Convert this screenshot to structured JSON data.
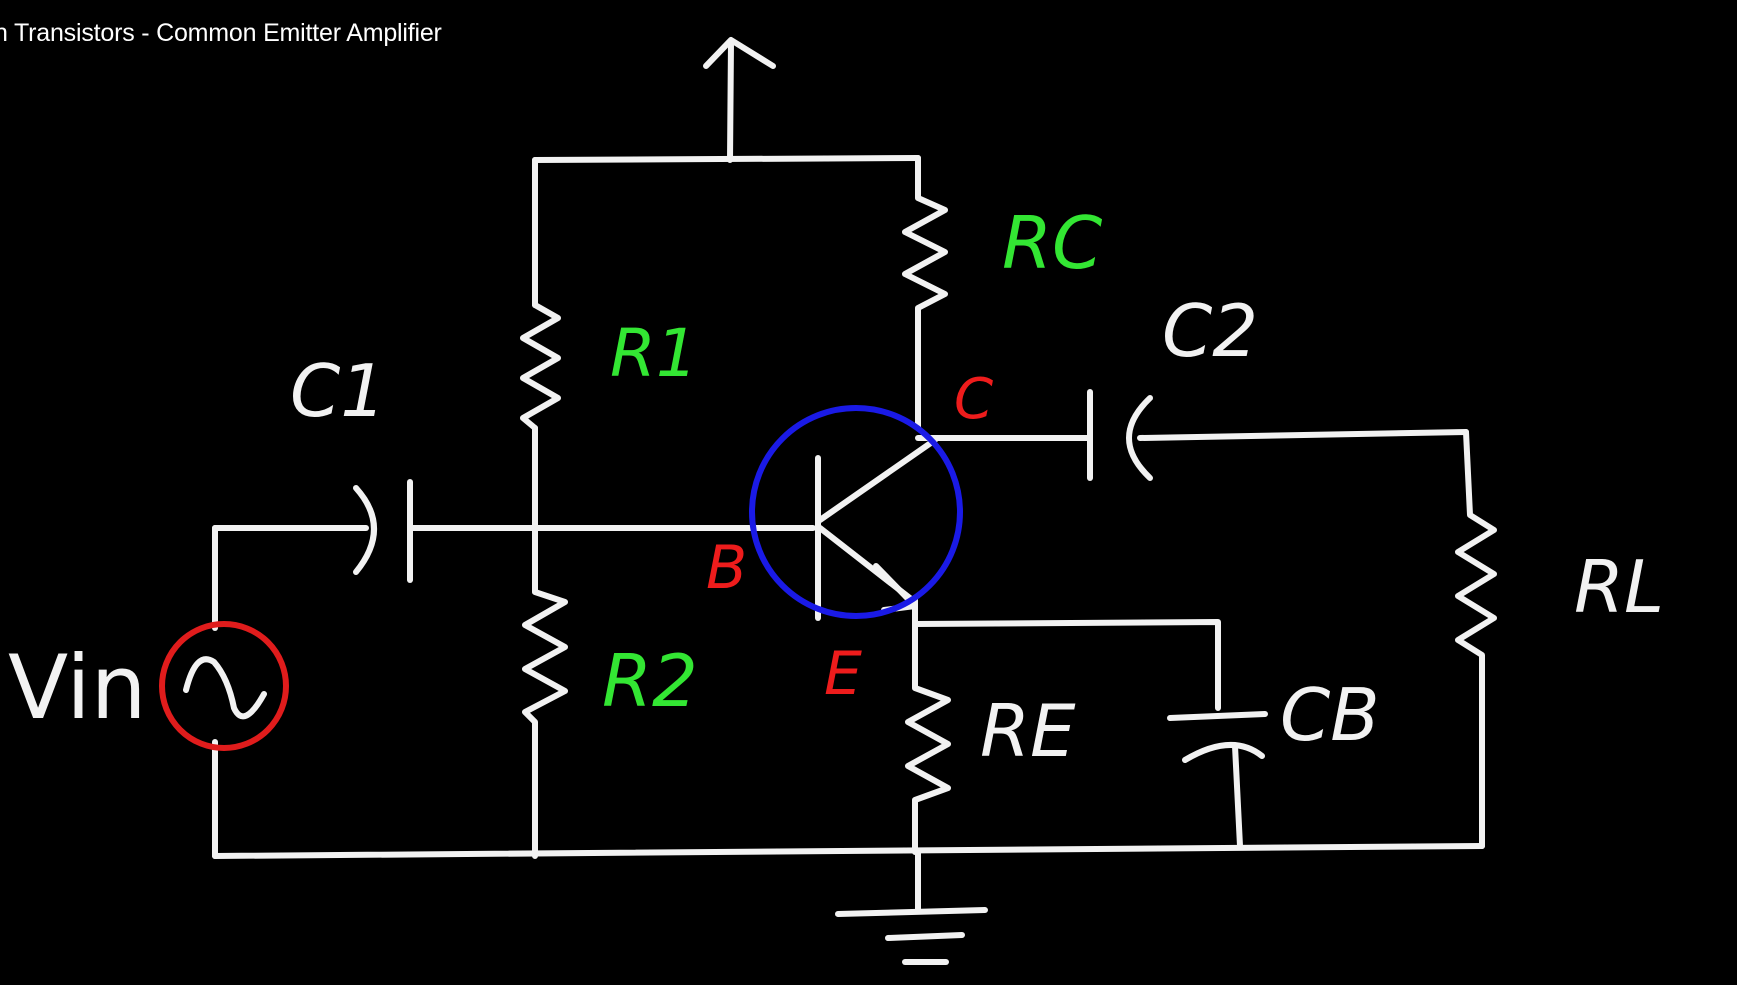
{
  "video": {
    "title": "n Transistors - Common Emitter Amplifier"
  },
  "labels": {
    "vin": "Vin",
    "c1": "C1",
    "c2": "C2",
    "cb": "CB",
    "r1": "R1",
    "r2": "R2",
    "rc": "RC",
    "re": "RE",
    "rl": "RL",
    "collector": "C",
    "base": "B",
    "emitter": "E"
  },
  "colors": {
    "wire": "#f2f2f2",
    "resistor_label": "#33e633",
    "terminal_label": "#ee1c1c",
    "transistor_circle": "#1a1ae6",
    "source_circle": "#e01c1c"
  }
}
